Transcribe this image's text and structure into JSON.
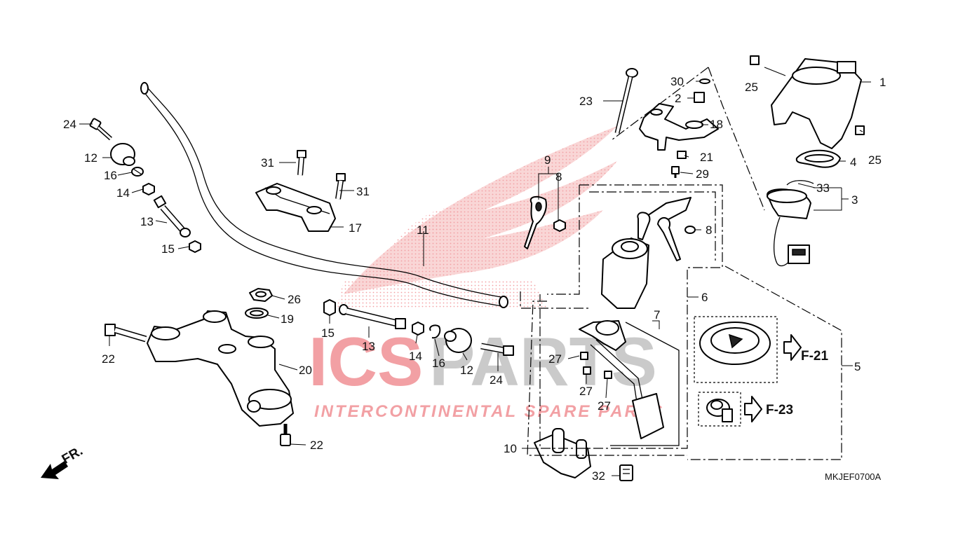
{
  "watermark": {
    "brand_left": "ICS",
    "brand_right": "PARTS",
    "tagline": "INTERCONTINENTAL SPARE PARTS",
    "color_red": "#e8545a",
    "color_gray": "#a0a0a0"
  },
  "callouts": {
    "c1": "1",
    "c2": "2",
    "c3": "3",
    "c4": "4",
    "c5": "5",
    "c6": "6",
    "c7": "7",
    "c8a": "8",
    "c8b": "8",
    "c9": "9",
    "c10": "10",
    "c11": "11",
    "c12a": "12",
    "c12b": "12",
    "c13a": "13",
    "c13b": "13",
    "c14a": "14",
    "c14b": "14",
    "c15a": "15",
    "c15b": "15",
    "c16a": "16",
    "c16b": "16",
    "c17": "17",
    "c18": "18",
    "c19": "19",
    "c20": "20",
    "c21": "21",
    "c22a": "22",
    "c22b": "22",
    "c23": "23",
    "c24a": "24",
    "c24b": "24",
    "c25a": "25",
    "c25b": "25",
    "c26": "26",
    "c27a": "27",
    "c27b": "27",
    "c27c": "27",
    "c29": "29",
    "c30": "30",
    "c31a": "31",
    "c31b": "31",
    "c32": "32",
    "c33": "33"
  },
  "references": {
    "f21": "F-21",
    "f23": "F-23"
  },
  "diagram_code": "MKJEF0700A",
  "front_indicator": "FR.",
  "icons": {
    "front_arrow": "arrow-down-left-icon",
    "ref_arrow": "hollow-arrow-right-icon"
  }
}
